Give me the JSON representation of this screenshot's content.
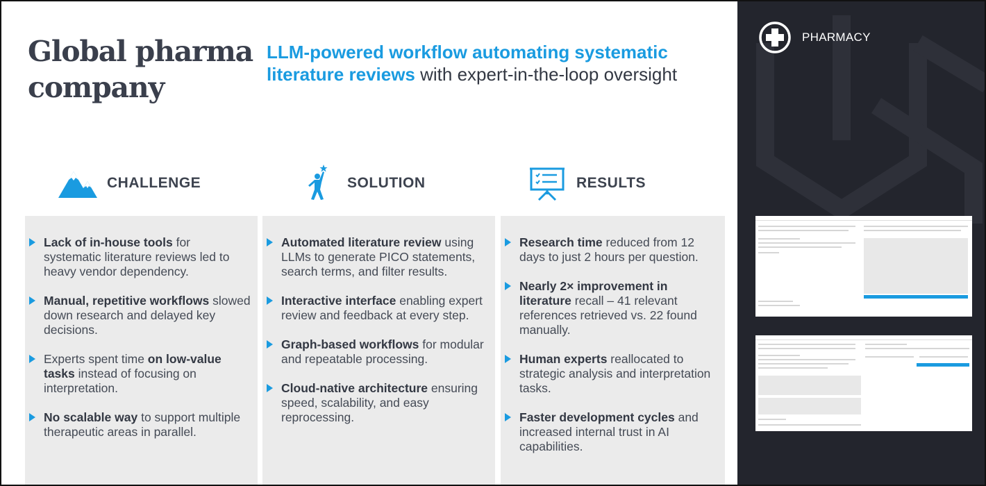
{
  "company": [
    "Global pharma",
    "company"
  ],
  "headline": {
    "highlight_line1": "LLM-powered workflow automating systematic",
    "highlight_line2": "literature reviews",
    "rest": " with expert-in-the-loop oversight"
  },
  "columns": [
    {
      "title": "CHALLENGE",
      "icon": "mountain-icon",
      "bullets": [
        {
          "bold": "Lack of in-house tools",
          "text": " for systematic literature reviews led to heavy vendor dependency."
        },
        {
          "bold": "Manual, repetitive workflows",
          "text": " slowed down research and delayed key decisions."
        },
        {
          "pre": "Experts spent time ",
          "bold": "on low-value tasks",
          "text": " instead of focusing on interpretation."
        },
        {
          "bold": "No scalable way",
          "text": " to support multiple therapeutic areas in parallel."
        }
      ]
    },
    {
      "title": "SOLUTION",
      "icon": "person-reaching-star-icon",
      "bullets": [
        {
          "bold": "Automated literature review",
          "text": " using LLMs to generate PICO statements, search terms, and filter results."
        },
        {
          "bold": "Interactive interface",
          "text": " enabling expert review and feedback at every step."
        },
        {
          "bold": "Graph-based workflows",
          "text": " for modular and repeatable processing."
        },
        {
          "bold": "Cloud-native architecture",
          "text": " ensuring speed, scalability, and easy reprocessing."
        }
      ]
    },
    {
      "title": "RESULTS",
      "icon": "presentation-board-icon",
      "bullets": [
        {
          "bold": "Research time",
          "text": " reduced from 12 days to just 2 hours per question."
        },
        {
          "bold": "Nearly 2× improvement in literature",
          "text": " recall – 41 relevant references retrieved vs. 22 found manually."
        },
        {
          "bold": "Human experts",
          "text": " reallocated to strategic analysis and interpretation tasks."
        },
        {
          "bold": "Faster development cycles",
          "text": " and increased internal trust in AI capabilities."
        }
      ]
    }
  ],
  "sidebar": {
    "industry_label": "PHARMACY",
    "icon": "medical-cross-icon"
  },
  "colors": {
    "accent": "#1a9be0",
    "text_dark": "#3a3f4c",
    "panel_bg": "#ebebeb",
    "sidebar_bg": "#23252d"
  }
}
